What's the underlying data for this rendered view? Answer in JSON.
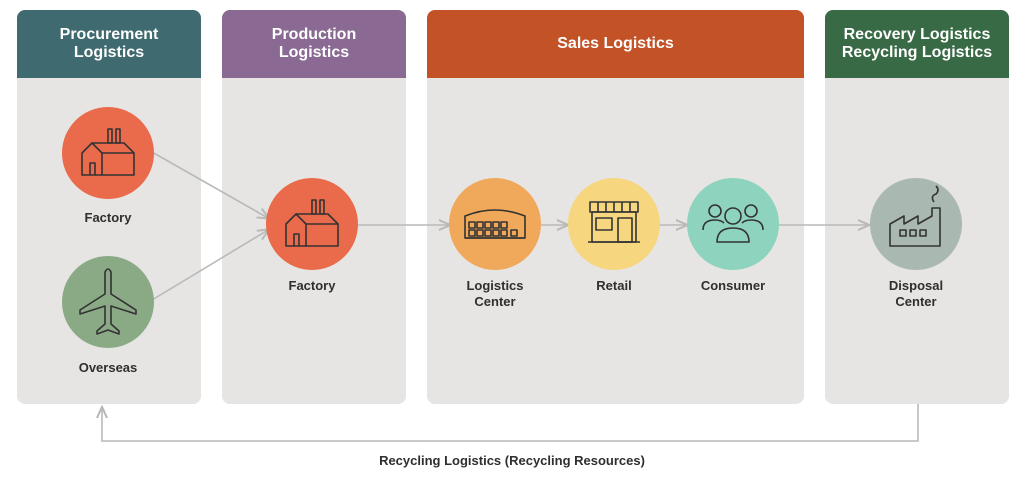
{
  "panels": {
    "procurement": {
      "title": "Procurement\nLogistics",
      "color": "#3f6a6f"
    },
    "production": {
      "title": "Production\nLogistics",
      "color": "#8a6a93"
    },
    "sales": {
      "title": "Sales Logistics",
      "color": "#c35227"
    },
    "recovery": {
      "title": "Recovery Logistics\nRecycling Logistics",
      "color": "#386a45"
    }
  },
  "nodes": {
    "procurement_factory": {
      "label": "Factory",
      "icon": "factory-icon",
      "color": "#ea6a4c"
    },
    "overseas": {
      "label": "Overseas",
      "icon": "airplane-icon",
      "color": "#8aaa85"
    },
    "production_factory": {
      "label": "Factory",
      "icon": "factory-icon",
      "color": "#ea6a4c"
    },
    "logistics_center": {
      "label": "Logistics\nCenter",
      "icon": "warehouse-icon",
      "color": "#f0a85a"
    },
    "retail": {
      "label": "Retail",
      "icon": "storefront-icon",
      "color": "#f6d67e"
    },
    "consumer": {
      "label": "Consumer",
      "icon": "people-icon",
      "color": "#8dd3bd"
    },
    "disposal_center": {
      "label": "Disposal\nCenter",
      "icon": "disposal-factory-icon",
      "color": "#a9b8b1"
    }
  },
  "caption": "Recycling Logistics (Recycling Resources)",
  "colors": {
    "arrow": "#b9b9b9",
    "icon_stroke": "#333333"
  }
}
